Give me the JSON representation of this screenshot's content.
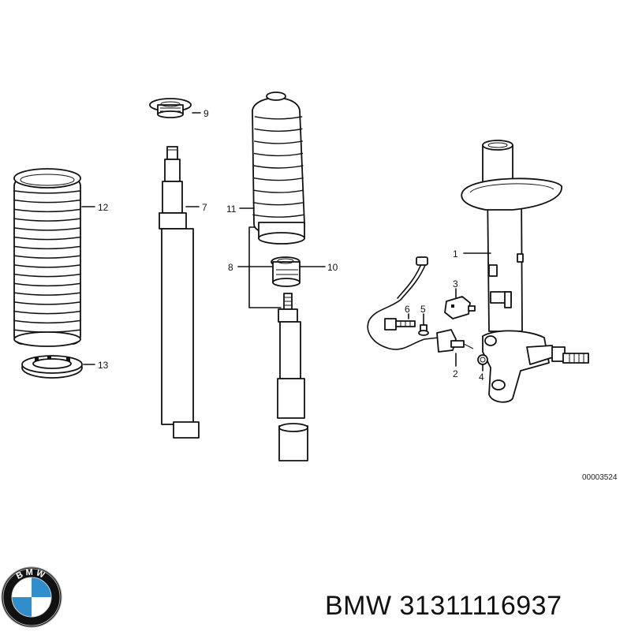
{
  "diagram": {
    "callouts": [
      {
        "id": "1",
        "label": "1"
      },
      {
        "id": "2",
        "label": "2"
      },
      {
        "id": "3",
        "label": "3"
      },
      {
        "id": "4",
        "label": "4"
      },
      {
        "id": "5",
        "label": "5"
      },
      {
        "id": "6",
        "label": "6"
      },
      {
        "id": "7",
        "label": "7"
      },
      {
        "id": "8",
        "label": "8"
      },
      {
        "id": "9",
        "label": "9"
      },
      {
        "id": "10",
        "label": "10"
      },
      {
        "id": "11",
        "label": "11"
      },
      {
        "id": "12",
        "label": "12"
      },
      {
        "id": "13",
        "label": "13"
      }
    ],
    "drawing_number": "00003524"
  },
  "brand": {
    "logo_letters": "BMW",
    "name": "BMW",
    "part_number": "31311116937",
    "colors": {
      "blue": "#2f8ecb",
      "ring": "#111111",
      "white": "#ffffff"
    }
  }
}
